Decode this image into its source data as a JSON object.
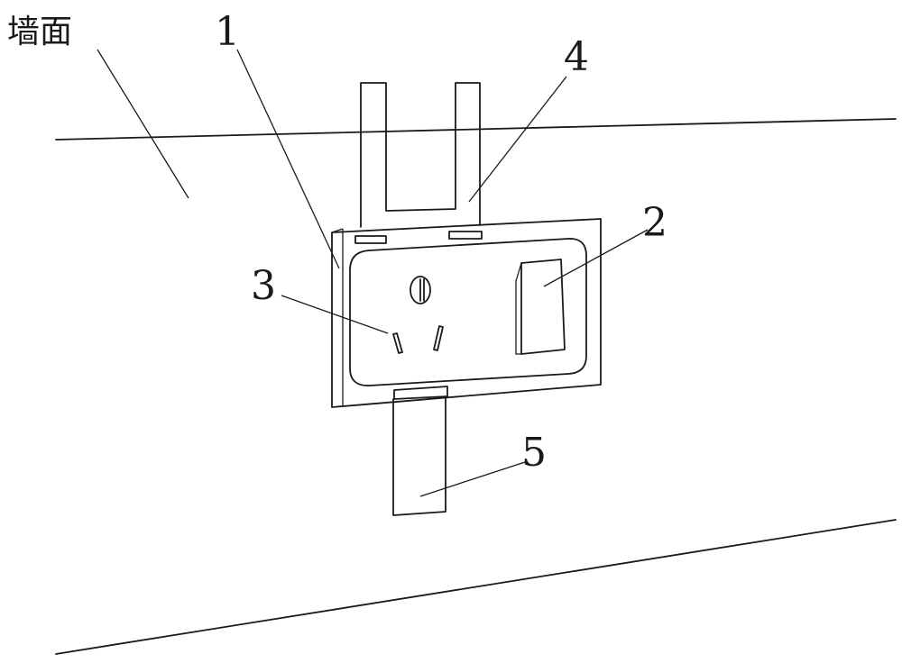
{
  "labels": {
    "wall": "墙面",
    "part1": "1",
    "part2": "2",
    "part3": "3",
    "part4": "4",
    "part5": "5"
  }
}
